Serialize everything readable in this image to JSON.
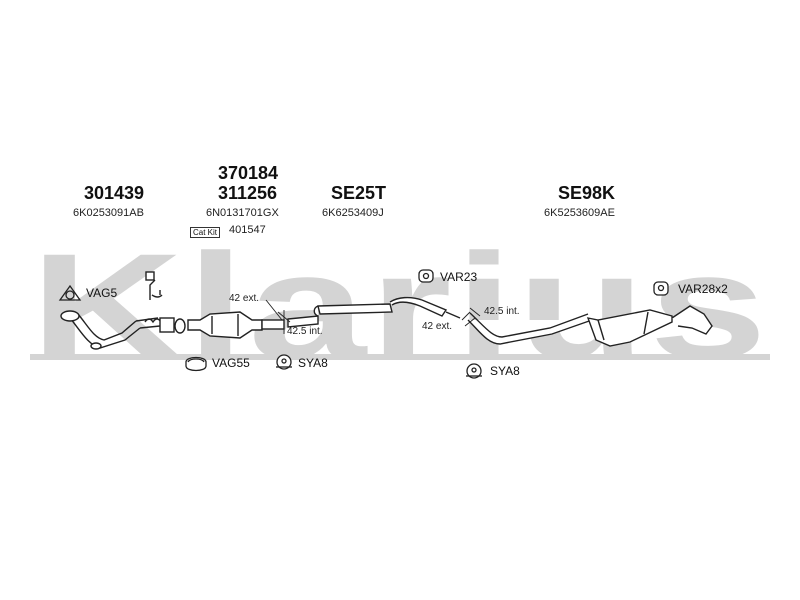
{
  "watermark": "Klarius",
  "top_parts": {
    "p1": {
      "number": "301439",
      "oem": "6K0253091AB"
    },
    "p2": {
      "number_top": "370184",
      "number": "311256",
      "oem": "6N0131701GX",
      "catkit_tag": "Cat Kit",
      "catkit_number": "401547"
    },
    "p3": {
      "number": "SE25T",
      "oem": "6K6253409J"
    },
    "p4": {
      "number": "SE98K",
      "oem": "6K5253609AE"
    }
  },
  "fittings": {
    "vag5": "VAG5",
    "vag55": "VAG55",
    "sya8_left": "SYA8",
    "var23": "VAR23",
    "sya8_right": "SYA8",
    "var28x2": "VAR28x2"
  },
  "dimensions": {
    "d1": "42 ext.",
    "d2": "42.5 int.",
    "d3": "42.5 int.",
    "d4": "42 ext."
  }
}
